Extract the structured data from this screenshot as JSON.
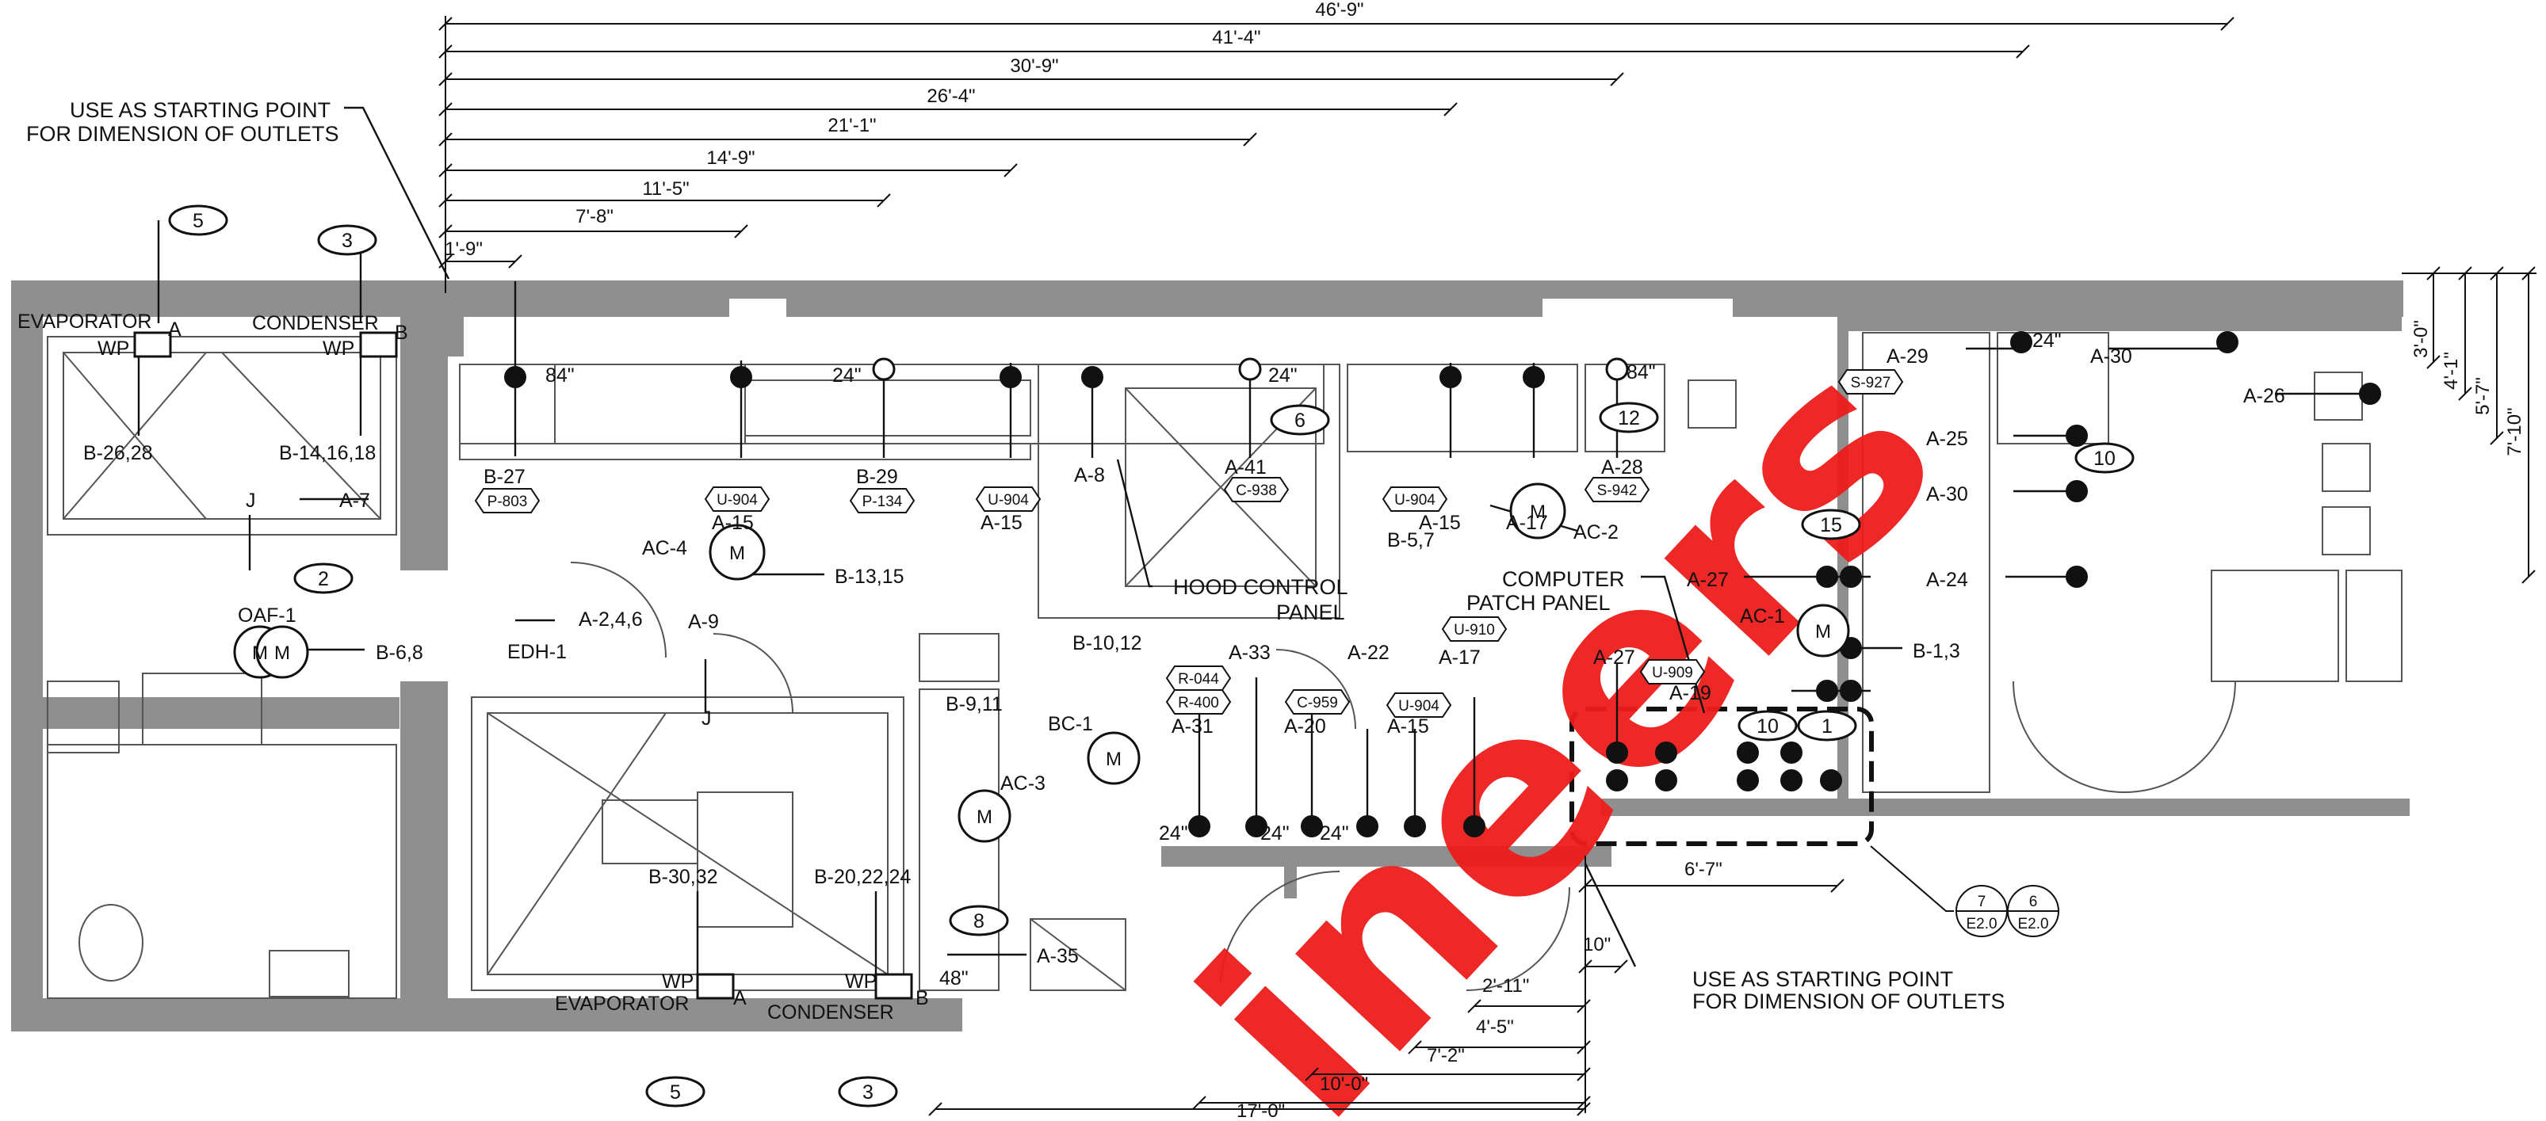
{
  "watermark": "ineers",
  "top_dimensions": [
    {
      "label": "1'-9\""
    },
    {
      "label": "7'-8\""
    },
    {
      "label": "11'-5\""
    },
    {
      "label": "14'-9\""
    },
    {
      "label": "21'-1\""
    },
    {
      "label": "26'-4\""
    },
    {
      "label": "30'-9\""
    },
    {
      "label": "41'-4\""
    },
    {
      "label": "46'-9\""
    }
  ],
  "right_dimensions": [
    {
      "label": "3'-0\""
    },
    {
      "label": "4'-1\""
    },
    {
      "label": "5'-7\""
    },
    {
      "label": "7'-10\""
    }
  ],
  "bottom_dimensions": [
    {
      "label": "10\""
    },
    {
      "label": "2'-11\""
    },
    {
      "label": "4'-5\""
    },
    {
      "label": "7'-2\""
    },
    {
      "label": "10'-0\""
    },
    {
      "label": "17'-0\""
    },
    {
      "label": "6'-7\""
    }
  ],
  "notes": {
    "start_top_line1": "USE AS STARTING POINT",
    "start_top_line2": "FOR DIMENSION OF OUTLETS",
    "start_bottom_line1": "USE AS STARTING POINT",
    "start_bottom_line2": "FOR DIMENSION OF OUTLETS",
    "hood_line1": "HOOD CONTROL",
    "hood_line2": "PANEL",
    "patch_line1": "COMPUTER",
    "patch_line2": "PATCH PANEL"
  },
  "equipment_labels": [
    {
      "text": "EVAPORATOR"
    },
    {
      "text": "CONDENSER"
    },
    {
      "text": "EVAPORATOR"
    },
    {
      "text": "CONDENSER"
    },
    {
      "text": "WP"
    },
    {
      "text": "WP"
    },
    {
      "text": "WP"
    },
    {
      "text": "WP"
    },
    {
      "text": "A"
    },
    {
      "text": "B"
    },
    {
      "text": "A"
    },
    {
      "text": "B"
    },
    {
      "text": "AC-4"
    },
    {
      "text": "AC-3"
    },
    {
      "text": "AC-2"
    },
    {
      "text": "AC-1"
    },
    {
      "text": "BC-1"
    },
    {
      "text": "OAF-1"
    },
    {
      "text": "EDH-1"
    },
    {
      "text": "J"
    },
    {
      "text": "J"
    }
  ],
  "circuit_labels": [
    {
      "text": "B-26,28"
    },
    {
      "text": "B-14,16,18"
    },
    {
      "text": "A-7"
    },
    {
      "text": "B-27"
    },
    {
      "text": "A-15"
    },
    {
      "text": "B-29"
    },
    {
      "text": "A-15"
    },
    {
      "text": "A-8"
    },
    {
      "text": "A-41"
    },
    {
      "text": "A-15"
    },
    {
      "text": "A-17"
    },
    {
      "text": "A-28"
    },
    {
      "text": "B-5,7"
    },
    {
      "text": "A-29"
    },
    {
      "text": "A-30"
    },
    {
      "text": "A-26"
    },
    {
      "text": "A-25"
    },
    {
      "text": "A-30"
    },
    {
      "text": "A-27"
    },
    {
      "text": "A-24"
    },
    {
      "text": "B-1,3"
    },
    {
      "text": "A-27"
    },
    {
      "text": "A-19"
    },
    {
      "text": "B-13,15"
    },
    {
      "text": "A-2,4,6"
    },
    {
      "text": "B-6,8"
    },
    {
      "text": "A-9"
    },
    {
      "text": "B-10,12"
    },
    {
      "text": "A-33"
    },
    {
      "text": "A-22"
    },
    {
      "text": "A-31"
    },
    {
      "text": "A-20"
    },
    {
      "text": "A-15"
    },
    {
      "text": "A-17"
    },
    {
      "text": "B-9,11"
    },
    {
      "text": "B-30,32"
    },
    {
      "text": "B-20,22,24"
    },
    {
      "text": "A-35"
    }
  ],
  "heights": [
    {
      "text": "84\""
    },
    {
      "text": "24\""
    },
    {
      "text": "24\""
    },
    {
      "text": "84\""
    },
    {
      "text": "24\""
    },
    {
      "text": "24\""
    },
    {
      "text": "24\""
    },
    {
      "text": "24\""
    },
    {
      "text": "48\""
    }
  ],
  "device_tags": [
    {
      "text": "P-803"
    },
    {
      "text": "U-904"
    },
    {
      "text": "P-134"
    },
    {
      "text": "U-904"
    },
    {
      "text": "C-938"
    },
    {
      "text": "U-904"
    },
    {
      "text": "S-942"
    },
    {
      "text": "S-927"
    },
    {
      "text": "U-910"
    },
    {
      "text": "U-909"
    },
    {
      "text": "R-044"
    },
    {
      "text": "R-400"
    },
    {
      "text": "C-959"
    },
    {
      "text": "U-904"
    }
  ],
  "keynotes": [
    {
      "num": "5"
    },
    {
      "num": "3"
    },
    {
      "num": "2"
    },
    {
      "num": "6"
    },
    {
      "num": "12"
    },
    {
      "num": "15"
    },
    {
      "num": "10"
    },
    {
      "num": "10"
    },
    {
      "num": "1"
    },
    {
      "num": "8"
    },
    {
      "num": "5"
    },
    {
      "num": "3"
    }
  ],
  "section_refs": [
    {
      "num": "7",
      "sheet": "E2.0"
    },
    {
      "num": "6",
      "sheet": "E2.0"
    }
  ]
}
